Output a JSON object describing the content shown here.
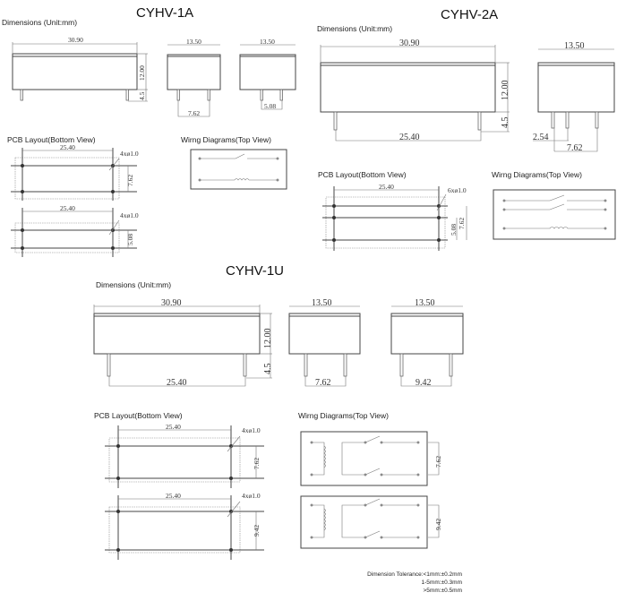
{
  "models": {
    "a1": {
      "title": "CYHV-1A",
      "dimensions_label": "Dimensions (Unit:mm)",
      "length": "30.90",
      "height": "12.00",
      "pin_len": "4.5",
      "width1": "13.50",
      "width2": "13.50",
      "pitch1": "7.62",
      "pitch2": "5.08",
      "pcb_label": "PCB Layout(Bottom View)",
      "pcb1_span": "25.40",
      "pcb1_holes": "4xø1.0",
      "pcb1_pitch": "7.62",
      "pcb2_span": "25.40",
      "pcb2_holes": "4xø1.0",
      "pcb2_pitch": "5.08",
      "wiring_label": "Wirng Diagrams(Top View)"
    },
    "a2": {
      "title": "CYHV-2A",
      "dimensions_label": "Dimensions (Unit:mm)",
      "length": "30.90",
      "height": "12.00",
      "pin_len": "4.5",
      "pin_span": "25.40",
      "width": "13.50",
      "pitch_a": "2.54",
      "pitch_b": "7.62",
      "pcb_label": "PCB Layout(Bottom View)",
      "pcb_span": "25.40",
      "pcb_holes": "6xø1.0",
      "pcb_pitch_a": "5.08",
      "pcb_pitch_b": "7.62",
      "wiring_label": "Wirng Diagrams(Top View)"
    },
    "u1": {
      "title": "CYHV-1U",
      "dimensions_label": "Dimensions (Unit:mm)",
      "length": "30.90",
      "height": "12.00",
      "pin_len": "4.5",
      "pin_span": "25.40",
      "width1": "13.50",
      "width2": "13.50",
      "pitch1": "7.62",
      "pitch2": "9.42",
      "pcb_label": "PCB Layout(Bottom View)",
      "pcb1_span": "25.40",
      "pcb1_holes": "4xø1.0",
      "pcb1_pitch": "7.62",
      "pcb2_span": "25.40",
      "pcb2_holes": "4xø1.0",
      "pcb2_pitch": "9.42",
      "wiring_label": "Wirng Diagrams(Top View)",
      "wiring1_pitch": "7.62",
      "wiring2_pitch": "9.42"
    }
  },
  "tolerance": {
    "line1": "Dimension Tolerance:<1mm:±0.2mm",
    "line2": "1-5mm:±0.3mm",
    "line3": ">5mm:±0.5mm"
  }
}
